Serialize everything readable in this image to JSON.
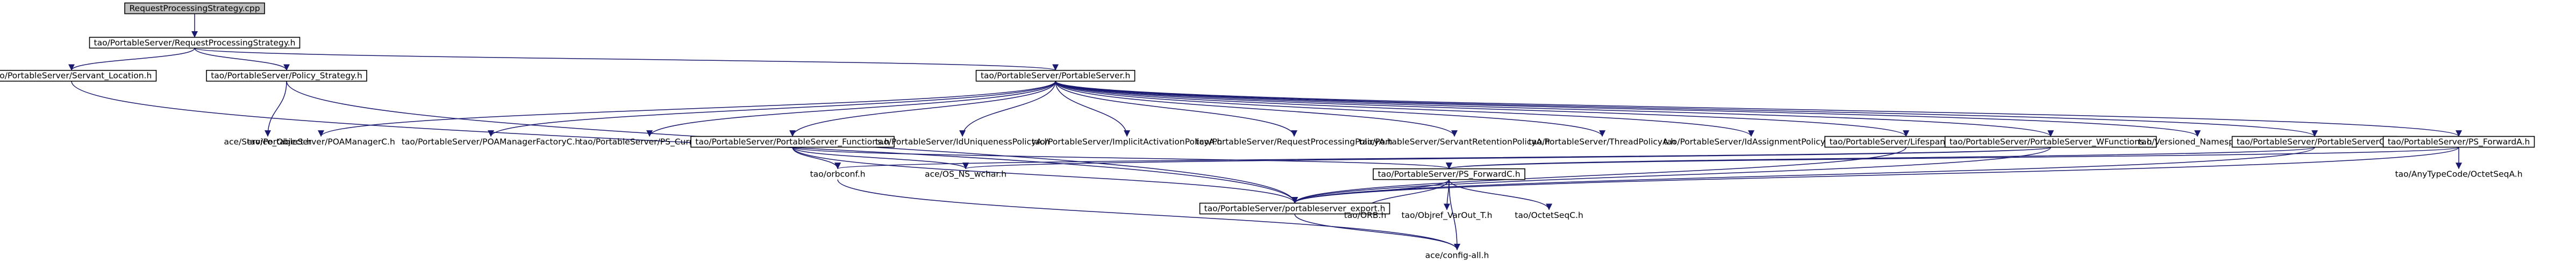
{
  "colors": {
    "edge": "#191970",
    "node_border": "#000000",
    "focus_fill": "#bfbfbf",
    "node_fill": "#ffffff"
  },
  "graph": {
    "nodes": [
      {
        "id": "n0",
        "label": "RequestProcessingStrategy.cpp",
        "focus": true
      },
      {
        "id": "n1",
        "label": "tao/PortableServer/RequestProcessingStrategy.h",
        "boxed": true
      },
      {
        "id": "n2",
        "label": "tao/PortableServer/Servant_Location.h",
        "boxed": true
      },
      {
        "id": "n3",
        "label": "tao/PortableServer/Policy_Strategy.h",
        "boxed": true
      },
      {
        "id": "n4",
        "label": "tao/PortableServer/PortableServer.h",
        "boxed": true
      },
      {
        "id": "n5",
        "label": "ace/Service_Object.h",
        "boxed": false
      },
      {
        "id": "n6",
        "label": "tao/PortableServer/portableserver_export.h",
        "boxed": true
      },
      {
        "id": "n7",
        "label": "tao/PortableServer/POAManagerC.h",
        "boxed": false
      },
      {
        "id": "n8",
        "label": "tao/PortableServer/POAManagerFactoryC.h",
        "boxed": false
      },
      {
        "id": "n9",
        "label": "tao/PortableServer/PS_CurrentC.h",
        "boxed": false
      },
      {
        "id": "n10",
        "label": "tao/PortableServer/PortableServer_Functions.h",
        "boxed": true
      },
      {
        "id": "n11",
        "label": "tao/PortableServer/IdUniquenessPolicyA.h",
        "boxed": false
      },
      {
        "id": "n12",
        "label": "tao/PortableServer/ImplicitActivationPolicyA.h",
        "boxed": false
      },
      {
        "id": "n13",
        "label": "tao/PortableServer/RequestProcessingPolicyA.h",
        "boxed": false
      },
      {
        "id": "n14",
        "label": "tao/PortableServer/ServantRetentionPolicyA.h",
        "boxed": false
      },
      {
        "id": "n15",
        "label": "tao/PortableServer/ThreadPolicyA.h",
        "boxed": false
      },
      {
        "id": "n16",
        "label": "tao/PortableServer/IdAssignmentPolicyA.h",
        "boxed": false
      },
      {
        "id": "n17",
        "label": "tao/PortableServer/LifespanPolicyA.h",
        "boxed": true
      },
      {
        "id": "n18",
        "label": "tao/PortableServer/PortableServer_WFunctions.h",
        "boxed": true
      },
      {
        "id": "n19",
        "label": "tao/Versioned_Namespace.h",
        "boxed": false
      },
      {
        "id": "n20",
        "label": "tao/PortableServer/PortableServerC.h",
        "boxed": true
      },
      {
        "id": "n21",
        "label": "tao/PortableServer/PS_ForwardA.h",
        "boxed": true
      },
      {
        "id": "n22",
        "label": "tao/orbconf.h",
        "boxed": false
      },
      {
        "id": "n23",
        "label": "ace/OS_NS_wchar.h",
        "boxed": false
      },
      {
        "id": "n24",
        "label": "tao/PortableServer/PS_ForwardC.h",
        "boxed": true
      },
      {
        "id": "n25",
        "label": "tao/AnyTypeCode/OctetSeqA.h",
        "boxed": false
      },
      {
        "id": "n26",
        "label": "tao/ORB.h",
        "boxed": false
      },
      {
        "id": "n27",
        "label": "tao/Objref_VarOut_T.h",
        "boxed": false
      },
      {
        "id": "n28",
        "label": "tao/OctetSeqC.h",
        "boxed": false
      },
      {
        "id": "n29",
        "label": "ace/config-all.h",
        "boxed": false
      }
    ],
    "edges": [
      [
        "n0",
        "n1"
      ],
      [
        "n1",
        "n2"
      ],
      [
        "n1",
        "n3"
      ],
      [
        "n1",
        "n4"
      ],
      [
        "n2",
        "n6"
      ],
      [
        "n3",
        "n5"
      ],
      [
        "n3",
        "n6"
      ],
      [
        "n4",
        "n7"
      ],
      [
        "n4",
        "n8"
      ],
      [
        "n4",
        "n9"
      ],
      [
        "n4",
        "n10"
      ],
      [
        "n4",
        "n11"
      ],
      [
        "n4",
        "n12"
      ],
      [
        "n4",
        "n13"
      ],
      [
        "n4",
        "n14"
      ],
      [
        "n4",
        "n15"
      ],
      [
        "n4",
        "n16"
      ],
      [
        "n4",
        "n17"
      ],
      [
        "n4",
        "n18"
      ],
      [
        "n4",
        "n19"
      ],
      [
        "n4",
        "n20"
      ],
      [
        "n4",
        "n21"
      ],
      [
        "n10",
        "n22"
      ],
      [
        "n10",
        "n23"
      ],
      [
        "n10",
        "n6"
      ],
      [
        "n10",
        "n24"
      ],
      [
        "n17",
        "n6"
      ],
      [
        "n18",
        "n22"
      ],
      [
        "n18",
        "n23"
      ],
      [
        "n18",
        "n6"
      ],
      [
        "n20",
        "n24"
      ],
      [
        "n20",
        "n6"
      ],
      [
        "n21",
        "n24"
      ],
      [
        "n21",
        "n25"
      ],
      [
        "n21",
        "n6"
      ],
      [
        "n24",
        "n6"
      ],
      [
        "n24",
        "n26"
      ],
      [
        "n24",
        "n27"
      ],
      [
        "n24",
        "n28"
      ],
      [
        "n24",
        "n29"
      ],
      [
        "n6",
        "n29"
      ],
      [
        "n22",
        "n29"
      ]
    ]
  }
}
